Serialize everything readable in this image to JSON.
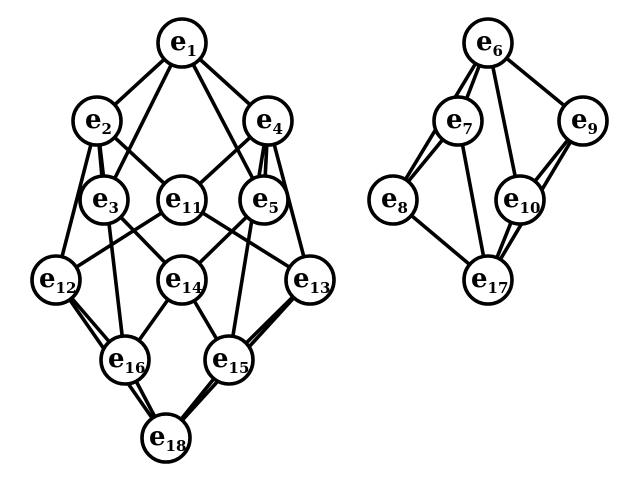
{
  "graph": {
    "nodes": [
      {
        "id": "e1",
        "base": "e",
        "sub": "1"
      },
      {
        "id": "e2",
        "base": "e",
        "sub": "2"
      },
      {
        "id": "e3",
        "base": "e",
        "sub": "3"
      },
      {
        "id": "e4",
        "base": "e",
        "sub": "4"
      },
      {
        "id": "e5",
        "base": "e",
        "sub": "5"
      },
      {
        "id": "e6",
        "base": "e",
        "sub": "6"
      },
      {
        "id": "e7",
        "base": "e",
        "sub": "7"
      },
      {
        "id": "e8",
        "base": "e",
        "sub": "8"
      },
      {
        "id": "e9",
        "base": "e",
        "sub": "9"
      },
      {
        "id": "e10",
        "base": "e",
        "sub": "10"
      },
      {
        "id": "e11",
        "base": "e",
        "sub": "11"
      },
      {
        "id": "e12",
        "base": "e",
        "sub": "12"
      },
      {
        "id": "e13",
        "base": "e",
        "sub": "13"
      },
      {
        "id": "e14",
        "base": "e",
        "sub": "14"
      },
      {
        "id": "e15",
        "base": "e",
        "sub": "15"
      },
      {
        "id": "e16",
        "base": "e",
        "sub": "16"
      },
      {
        "id": "e17",
        "base": "e",
        "sub": "17"
      },
      {
        "id": "e18",
        "base": "e",
        "sub": "18"
      }
    ],
    "edges": [
      [
        "e1",
        "e2"
      ],
      [
        "e1",
        "e3"
      ],
      [
        "e1",
        "e4"
      ],
      [
        "e1",
        "e5"
      ],
      [
        "e2",
        "e3"
      ],
      [
        "e2",
        "e11"
      ],
      [
        "e2",
        "e12"
      ],
      [
        "e2",
        "e16"
      ],
      [
        "e4",
        "e5"
      ],
      [
        "e4",
        "e11"
      ],
      [
        "e4",
        "e13"
      ],
      [
        "e4",
        "e15"
      ],
      [
        "e3",
        "e14"
      ],
      [
        "e5",
        "e14"
      ],
      [
        "e11",
        "e12"
      ],
      [
        "e11",
        "e13"
      ],
      [
        "e12",
        "e16"
      ],
      [
        "e12",
        "e18"
      ],
      [
        "e14",
        "e16"
      ],
      [
        "e14",
        "e15"
      ],
      [
        "e13",
        "e15"
      ],
      [
        "e13",
        "e18"
      ],
      [
        "e16",
        "e18"
      ],
      [
        "e15",
        "e18"
      ],
      [
        "e6",
        "e7"
      ],
      [
        "e6",
        "e8"
      ],
      [
        "e6",
        "e9"
      ],
      [
        "e6",
        "e10"
      ],
      [
        "e7",
        "e8"
      ],
      [
        "e7",
        "e17"
      ],
      [
        "e8",
        "e17"
      ],
      [
        "e9",
        "e10"
      ],
      [
        "e9",
        "e17"
      ],
      [
        "e10",
        "e17"
      ]
    ]
  }
}
